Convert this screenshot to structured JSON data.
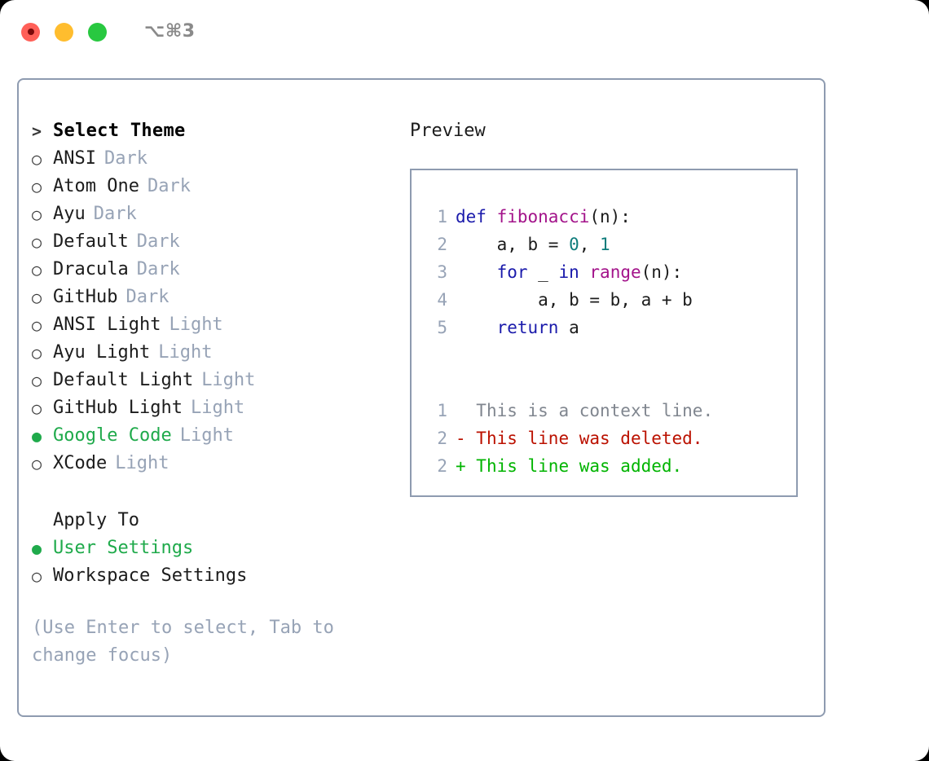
{
  "titlebar": {
    "shortcut": "⌥⌘3",
    "buttons": [
      "close",
      "minimize",
      "maximize"
    ]
  },
  "theme_picker": {
    "header_prompt": ">",
    "header_label": "Select Theme",
    "bullet_unselected": "○",
    "bullet_selected": "●",
    "items": [
      {
        "label": "ANSI",
        "badge": "Dark",
        "selected": false
      },
      {
        "label": "Atom One",
        "badge": "Dark",
        "selected": false
      },
      {
        "label": "Ayu",
        "badge": "Dark",
        "selected": false
      },
      {
        "label": "Default",
        "badge": "Dark",
        "selected": false
      },
      {
        "label": "Dracula",
        "badge": "Dark",
        "selected": false
      },
      {
        "label": "GitHub",
        "badge": "Dark",
        "selected": false
      },
      {
        "label": "ANSI Light",
        "badge": "Light",
        "selected": false
      },
      {
        "label": "Ayu Light",
        "badge": "Light",
        "selected": false
      },
      {
        "label": "Default Light",
        "badge": "Light",
        "selected": false
      },
      {
        "label": "GitHub Light",
        "badge": "Light",
        "selected": false
      },
      {
        "label": "Google Code",
        "badge": "Light",
        "selected": true
      },
      {
        "label": "XCode",
        "badge": "Light",
        "selected": false
      }
    ]
  },
  "apply_to": {
    "header_label": "Apply To",
    "items": [
      {
        "label": "User Settings",
        "selected": true
      },
      {
        "label": "Workspace Settings",
        "selected": false
      }
    ]
  },
  "hint": "(Use Enter to select, Tab to change focus)",
  "preview": {
    "title": "Preview",
    "code_lines": [
      {
        "number": "1",
        "tokens": [
          {
            "t": "def ",
            "c": "kw"
          },
          {
            "t": "fibonacci",
            "c": "fn"
          },
          {
            "t": "(n):",
            "c": "pl"
          }
        ]
      },
      {
        "number": "2",
        "tokens": [
          {
            "t": "    a, b = ",
            "c": "pl"
          },
          {
            "t": "0",
            "c": "num"
          },
          {
            "t": ", ",
            "c": "pl"
          },
          {
            "t": "1",
            "c": "num"
          }
        ]
      },
      {
        "number": "3",
        "tokens": [
          {
            "t": "    ",
            "c": "pl"
          },
          {
            "t": "for",
            "c": "kw"
          },
          {
            "t": " _ ",
            "c": "pl"
          },
          {
            "t": "in",
            "c": "kw"
          },
          {
            "t": " ",
            "c": "pl"
          },
          {
            "t": "range",
            "c": "fn"
          },
          {
            "t": "(n):",
            "c": "pl"
          }
        ]
      },
      {
        "number": "4",
        "tokens": [
          {
            "t": "        a, b = b, a + b",
            "c": "pl"
          }
        ]
      },
      {
        "number": "5",
        "tokens": [
          {
            "t": "    ",
            "c": "pl"
          },
          {
            "t": "return",
            "c": "kw"
          },
          {
            "t": " a",
            "c": "pl"
          }
        ]
      }
    ],
    "diff_lines": [
      {
        "number": "1",
        "marker": " ",
        "text": " This is a context line.",
        "kind": "ctx"
      },
      {
        "number": "2",
        "marker": "-",
        "text": " This line was deleted.",
        "kind": "del"
      },
      {
        "number": "2",
        "marker": "+",
        "text": " This line was added.",
        "kind": "add"
      }
    ]
  },
  "colors": {
    "border": "#8e9bb0",
    "muted": "#97a3b6",
    "selected_green": "#1faa4b",
    "keyword": "#1a1aab",
    "function": "#a3138a",
    "number": "#0e7c7b",
    "diff_deleted": "#bb1100",
    "diff_added": "#00b400",
    "traffic_red": "#ff6058",
    "traffic_yellow": "#ffbd2e",
    "traffic_green": "#28c840"
  }
}
